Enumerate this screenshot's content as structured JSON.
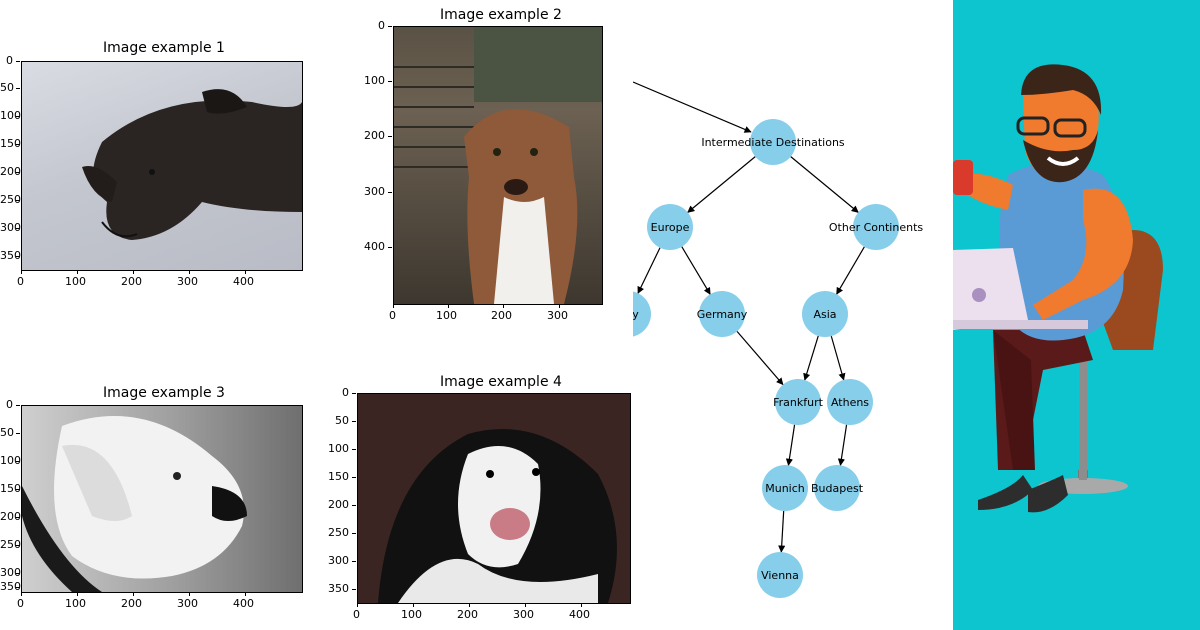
{
  "panels": [
    {
      "id": "p1",
      "title": "Image example 1",
      "x_ticks": [
        "0",
        "100",
        "200",
        "300",
        "400"
      ],
      "y_ticks": [
        "0",
        "50",
        "100",
        "150",
        "200",
        "250",
        "300",
        "350"
      ]
    },
    {
      "id": "p2",
      "title": "Image example 2",
      "x_ticks": [
        "0",
        "100",
        "200",
        "300"
      ],
      "y_ticks": [
        "0",
        "100",
        "200",
        "300",
        "400"
      ]
    },
    {
      "id": "p3",
      "title": "Image example 3",
      "x_ticks": [
        "0",
        "100",
        "200",
        "300",
        "400"
      ],
      "y_ticks": [
        "0",
        "50",
        "100",
        "150",
        "200",
        "250",
        "300",
        "350"
      ]
    },
    {
      "id": "p4",
      "title": "Image example 4",
      "x_ticks": [
        "0",
        "100",
        "200",
        "300",
        "400"
      ],
      "y_ticks": [
        "0",
        "50",
        "100",
        "150",
        "200",
        "250",
        "300",
        "350"
      ]
    }
  ],
  "graph": {
    "nodes": [
      {
        "id": "intermediate",
        "label": "Intermediate Destinations"
      },
      {
        "id": "europe",
        "label": "Europe"
      },
      {
        "id": "other",
        "label": "Other Continents"
      },
      {
        "id": "city",
        "label": "City"
      },
      {
        "id": "germany",
        "label": "Germany"
      },
      {
        "id": "asia",
        "label": "Asia"
      },
      {
        "id": "frankfurt",
        "label": "Frankfurt"
      },
      {
        "id": "athens",
        "label": "Athens"
      },
      {
        "id": "munich",
        "label": "Munich"
      },
      {
        "id": "budapest",
        "label": "Budapest"
      },
      {
        "id": "vienna",
        "label": "Vienna"
      }
    ],
    "edges": [
      [
        "intermediate",
        "europe"
      ],
      [
        "intermediate",
        "other"
      ],
      [
        "europe",
        "city"
      ],
      [
        "europe",
        "germany"
      ],
      [
        "other",
        "asia"
      ],
      [
        "germany",
        "frankfurt"
      ],
      [
        "asia",
        "frankfurt"
      ],
      [
        "asia",
        "athens"
      ],
      [
        "frankfurt",
        "munich"
      ],
      [
        "athens",
        "budapest"
      ],
      [
        "munich",
        "vienna"
      ]
    ],
    "node_color": "#87ceeb"
  },
  "illustration": {
    "subject": "man-with-coffee-and-laptop",
    "background_color": "#0cc5cf"
  }
}
